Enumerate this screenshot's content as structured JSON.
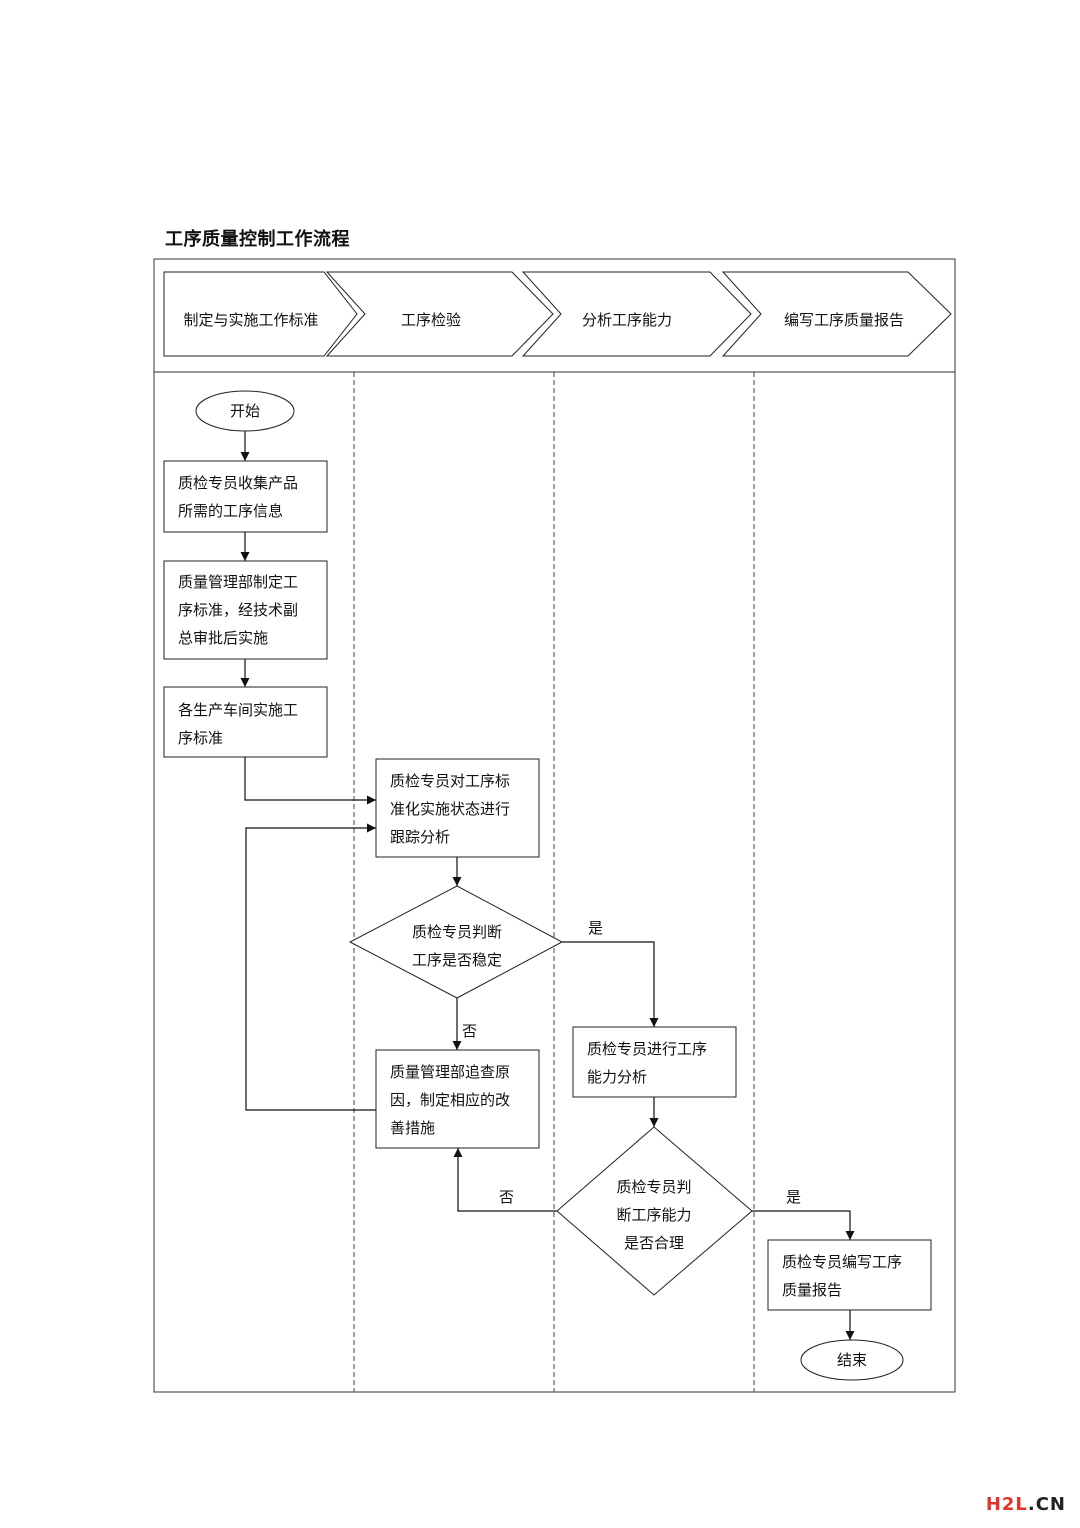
{
  "title": "工序质量控制工作流程",
  "lanes": [
    "制定与实施工作标准",
    "工序检验",
    "分析工序能力",
    "编写工序质量报告"
  ],
  "nodes": {
    "start": "开始",
    "collect": [
      "质检专员收集产品",
      "所需的工序信息"
    ],
    "standard": [
      "质量管理部制定工",
      "序标准，经技术副",
      "总审批后实施"
    ],
    "implement": [
      "各生产车间实施工",
      "序标准"
    ],
    "track": [
      "质检专员对工序标",
      "准化实施状态进行",
      "跟踪分析"
    ],
    "decide_stable": [
      "质检专员判断",
      "工序是否稳定"
    ],
    "investigate": [
      "质量管理部追查原",
      "因，制定相应的改",
      "善措施"
    ],
    "capability": [
      "质检专员进行工序",
      "能力分析"
    ],
    "decide_capability": [
      "质检专员判",
      "断工序能力",
      "是否合理"
    ],
    "report": [
      "质检专员编写工序",
      "质量报告"
    ],
    "end": "结束"
  },
  "edge_labels": {
    "stable_yes": "是",
    "stable_no": "否",
    "capability_no": "否",
    "capability_yes": "是"
  },
  "watermark": {
    "h2l": "H2L",
    "cn": ".CN"
  }
}
